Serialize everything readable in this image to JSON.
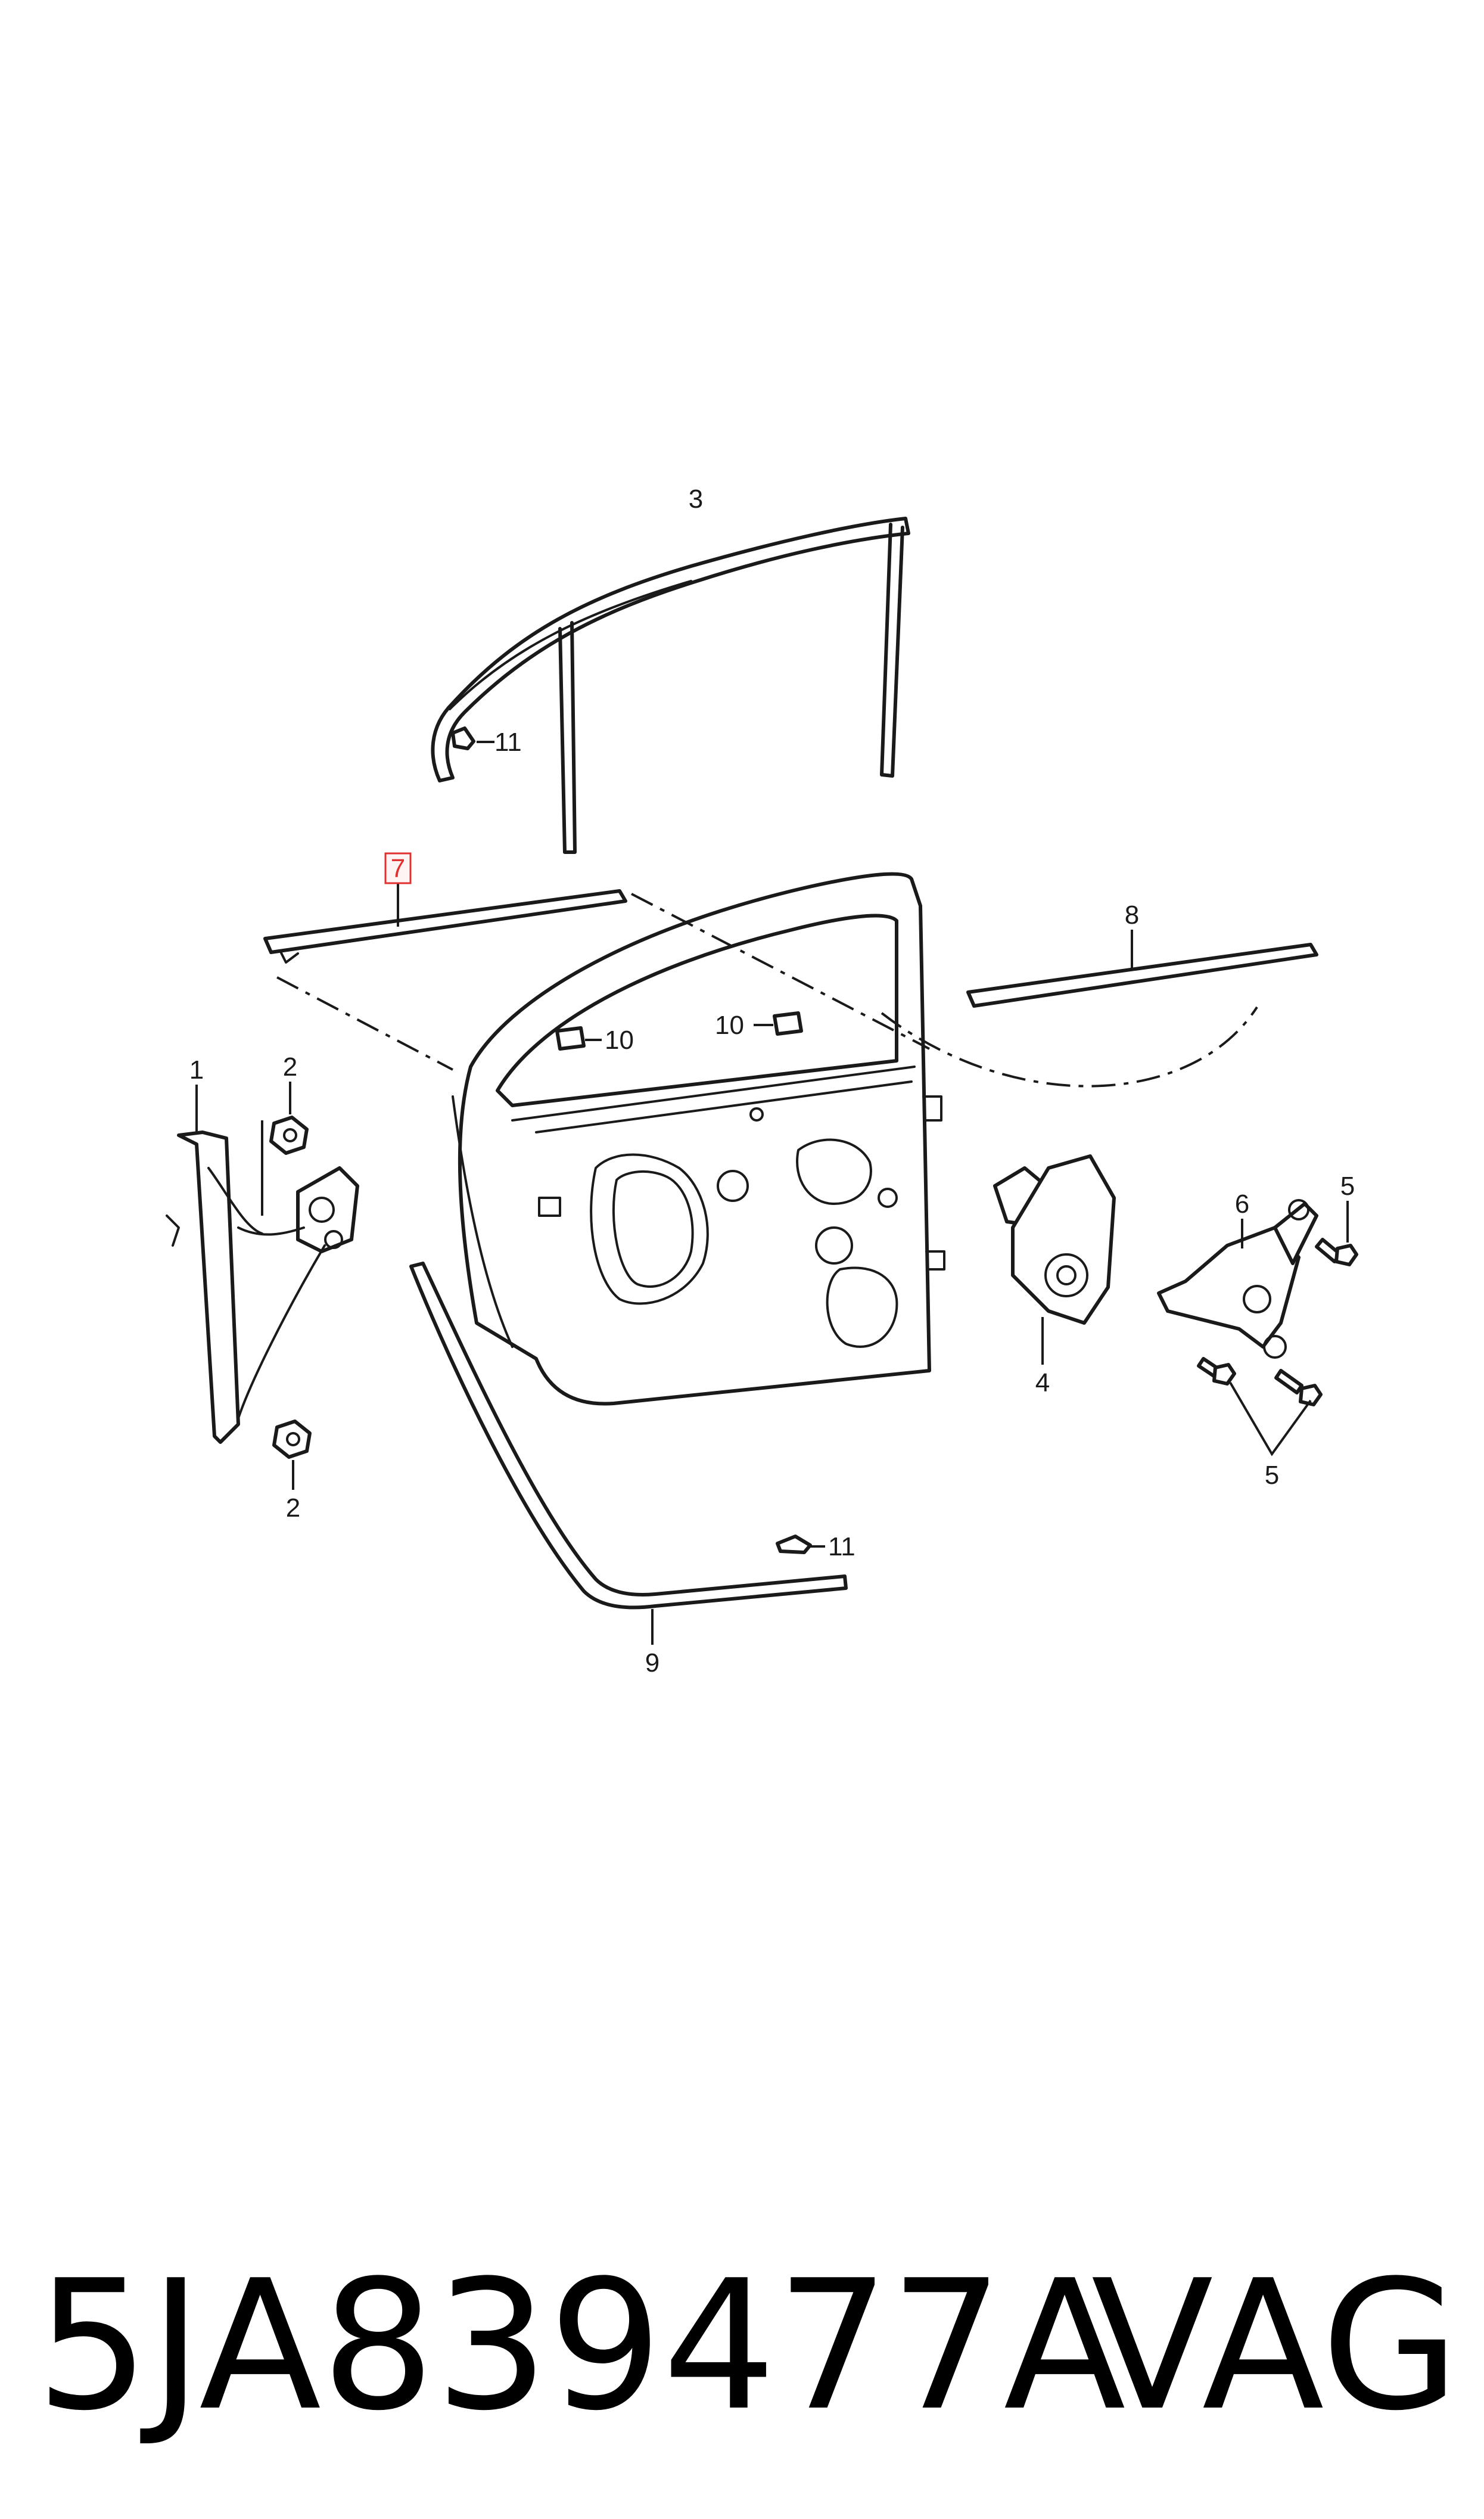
{
  "diagram": {
    "callouts": [
      {
        "id": "c3",
        "label": "3"
      },
      {
        "id": "c11a",
        "label": "11"
      },
      {
        "id": "c7",
        "label": "7",
        "highlighted": true
      },
      {
        "id": "c8",
        "label": "8"
      },
      {
        "id": "c10a",
        "label": "10"
      },
      {
        "id": "c10b",
        "label": "10"
      },
      {
        "id": "c1",
        "label": "1"
      },
      {
        "id": "c2a",
        "label": "2"
      },
      {
        "id": "c2b",
        "label": "2"
      },
      {
        "id": "c6",
        "label": "6"
      },
      {
        "id": "c5a",
        "label": "5"
      },
      {
        "id": "c5b",
        "label": "5"
      },
      {
        "id": "c4",
        "label": "4"
      },
      {
        "id": "c11b",
        "label": "11"
      },
      {
        "id": "c9",
        "label": "9"
      }
    ],
    "highlight_color": "#e03030"
  },
  "footer": {
    "part_number": "5JA839477A",
    "brand": "VAG"
  }
}
